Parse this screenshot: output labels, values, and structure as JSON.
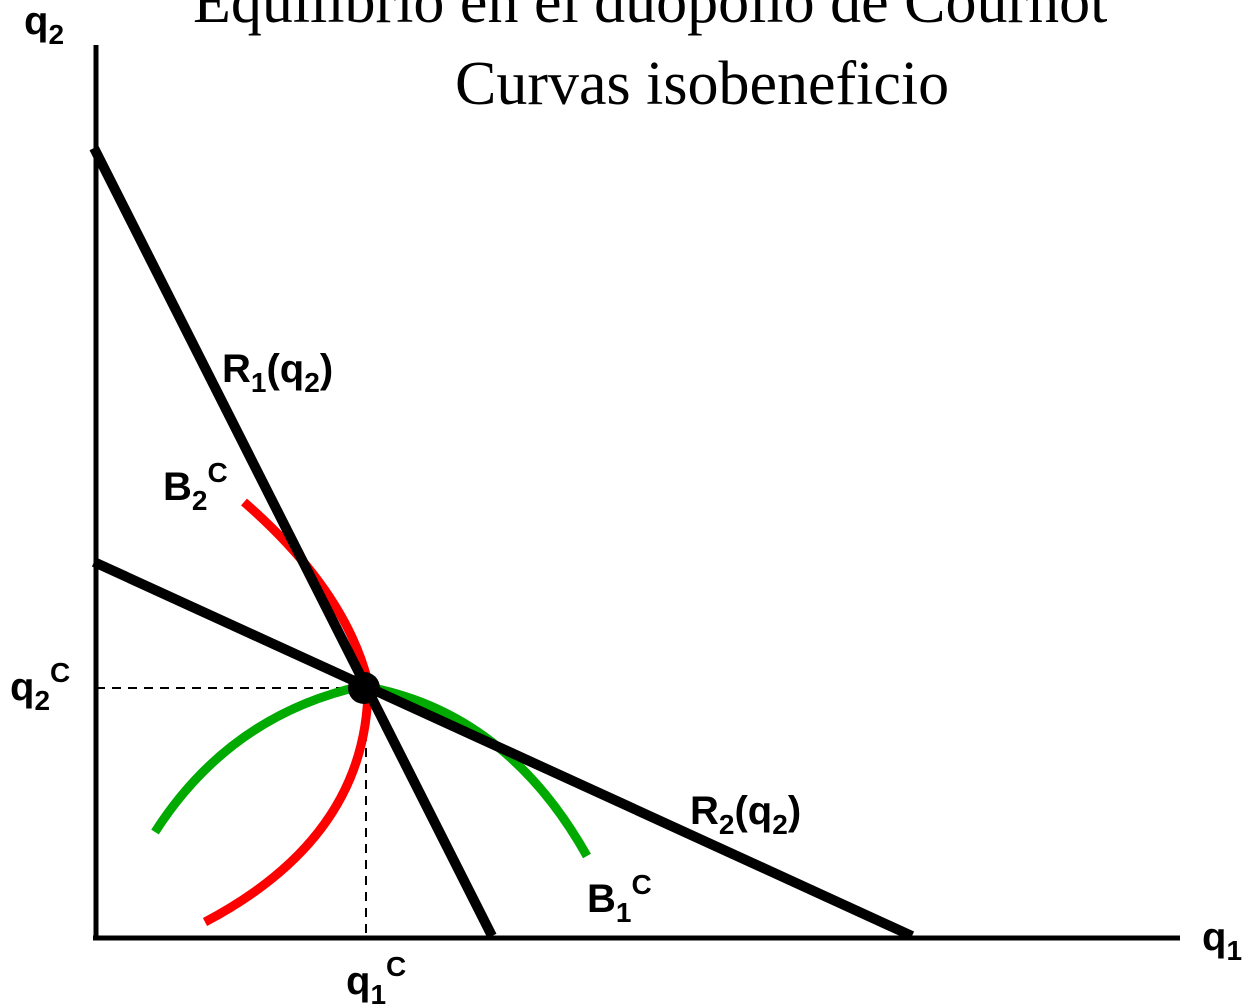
{
  "title": {
    "line1": "Equilibrio en el duopolio de Cournot",
    "line2": "Curvas isobeneficio"
  },
  "axes": {
    "y_base": "q",
    "y_sub": "2",
    "x_base": "q",
    "x_sub": "1"
  },
  "curves": {
    "r1": {
      "base": "R",
      "sub": "1",
      "open": "(q",
      "arg_sub": "2",
      "close": ")"
    },
    "r2": {
      "base": "R",
      "sub": "2",
      "open": "(q",
      "arg_sub": "2",
      "close": ")"
    },
    "b2": {
      "base": "B",
      "sub": "2",
      "sup": "C"
    },
    "b1": {
      "base": "B",
      "sub": "1",
      "sup": "C"
    }
  },
  "equilibrium": {
    "q2c": {
      "base": "q",
      "sub": "2",
      "sup": "C"
    },
    "q1c": {
      "base": "q",
      "sub": "1",
      "sup": "C"
    }
  },
  "colors": {
    "reaction_lines": "#000000",
    "isoprofit_firm2": "#ff0000",
    "isoprofit_firm1": "#00aa00"
  }
}
